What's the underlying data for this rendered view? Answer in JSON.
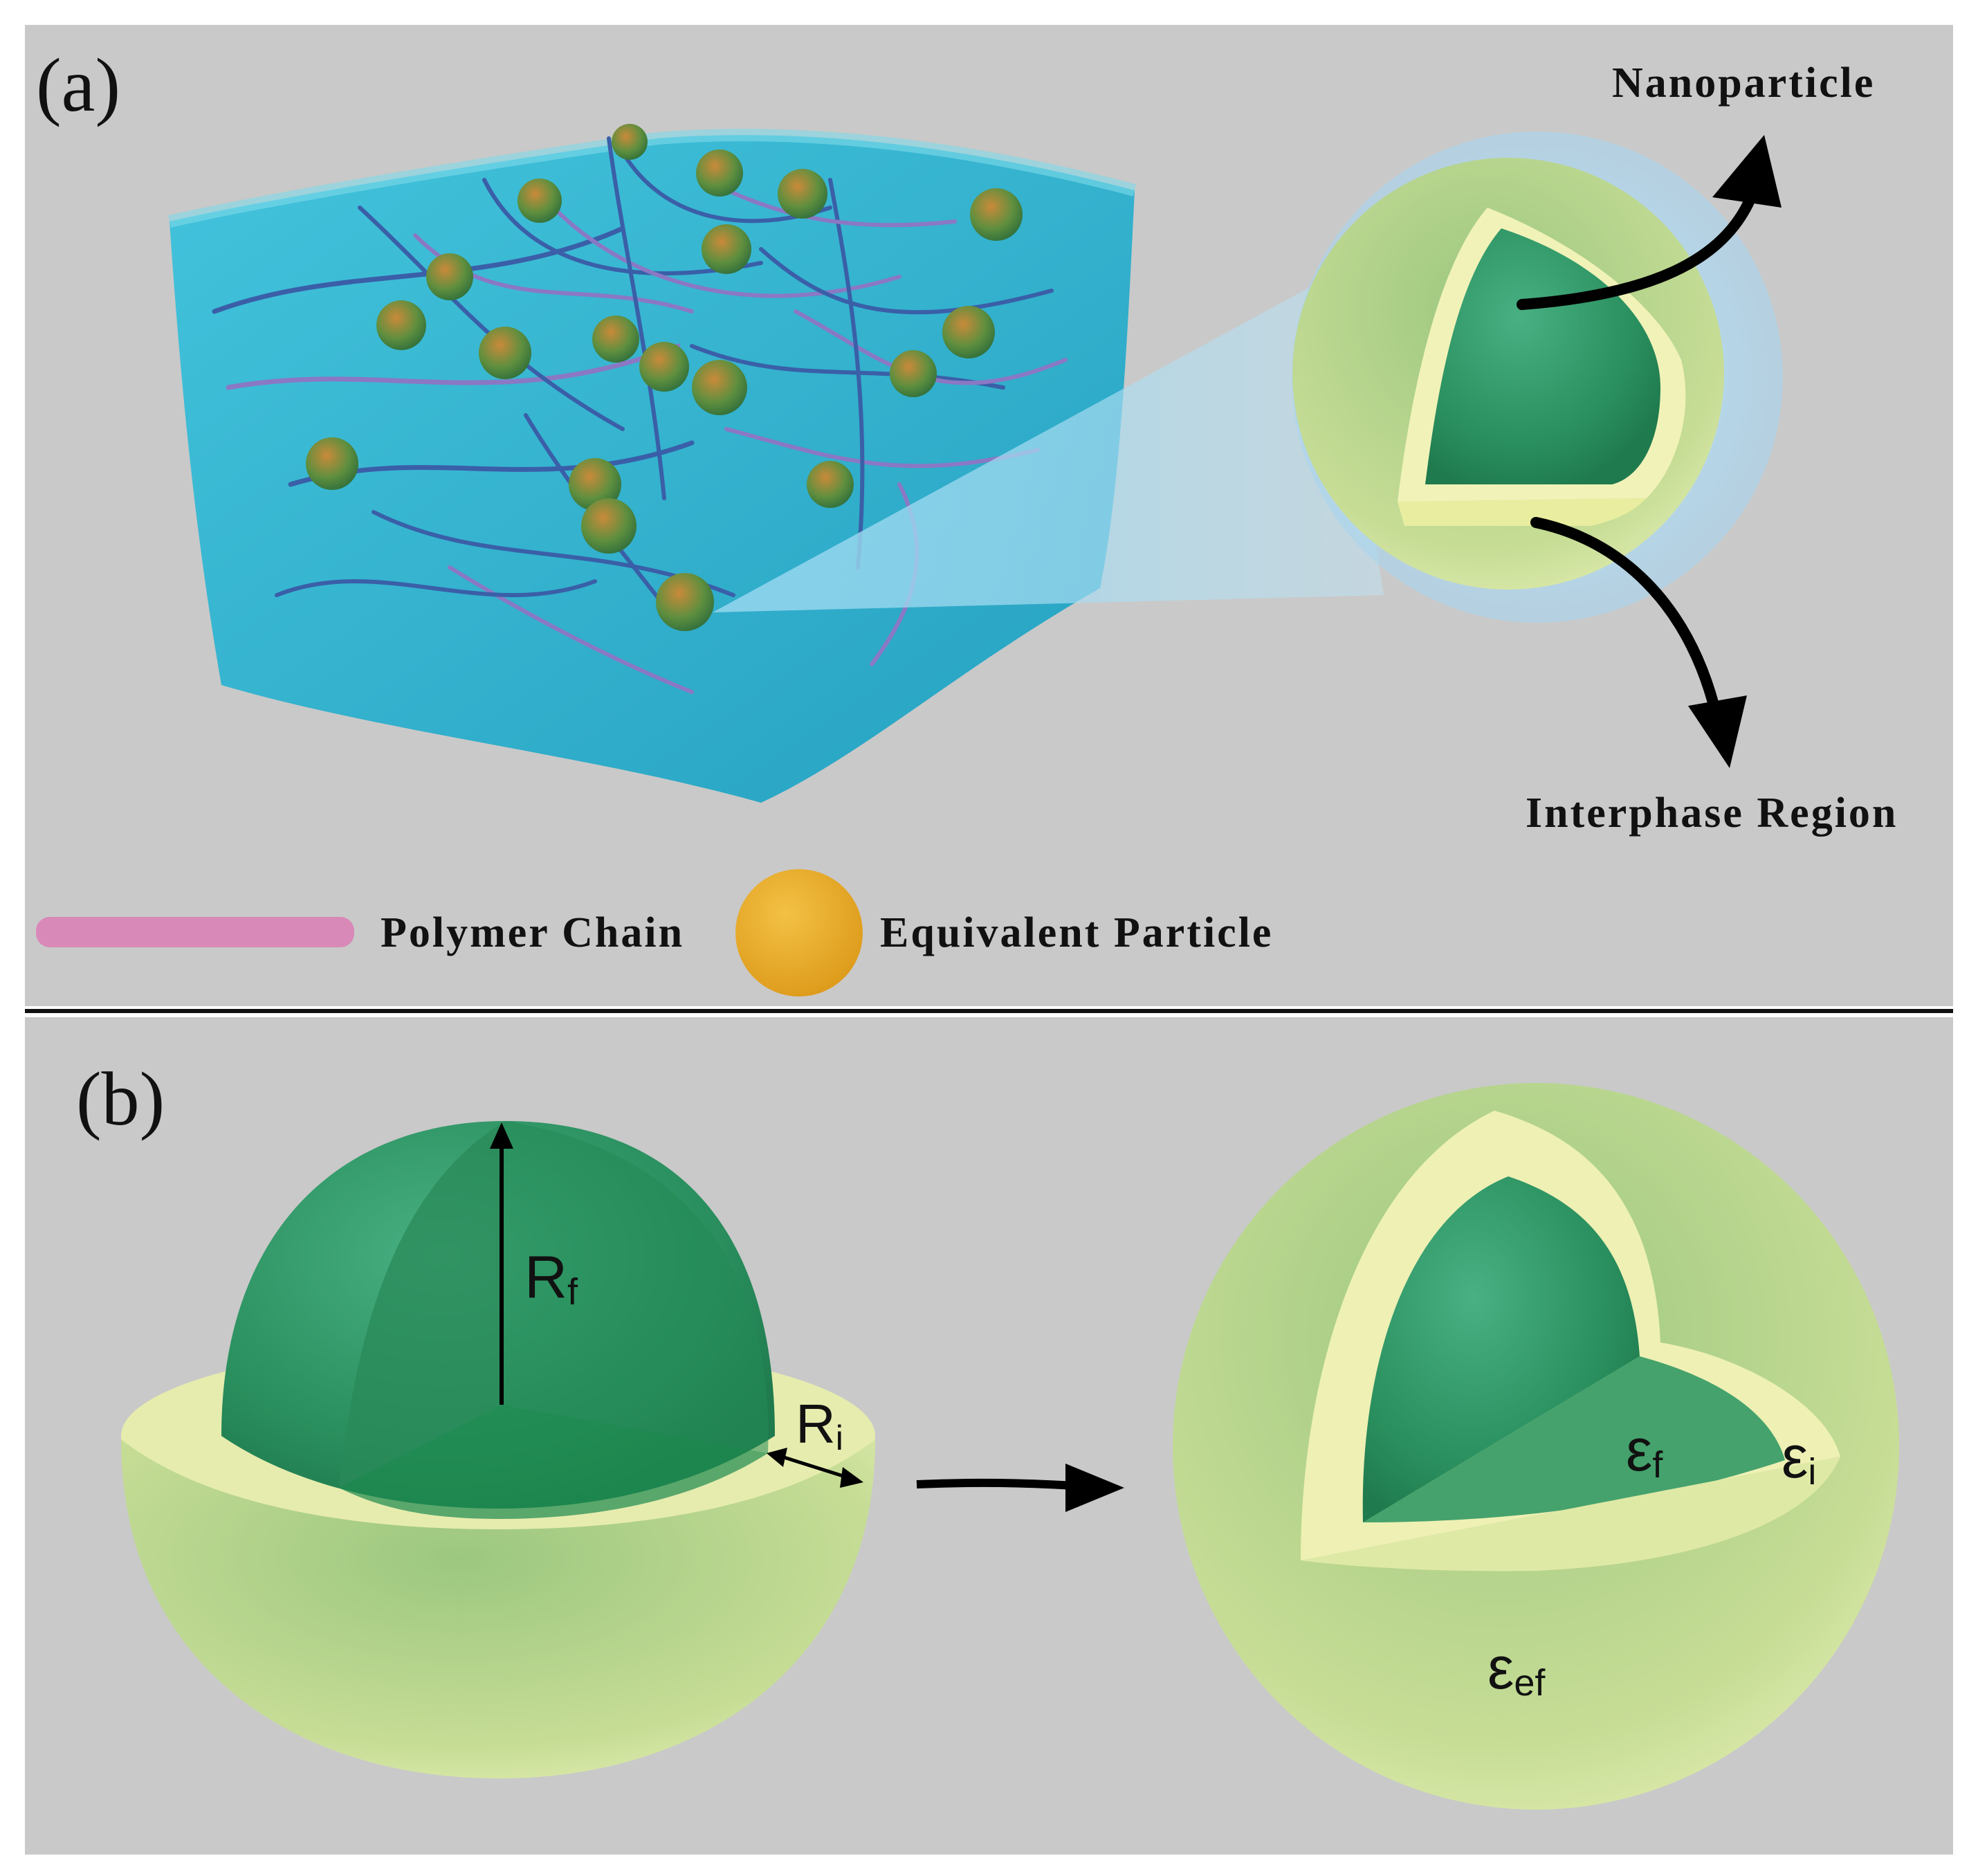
{
  "panel_a": {
    "label": "(a)",
    "nanoparticle_label": "Nanoparticle",
    "interphase_label": "Interphase Region",
    "legend": {
      "polymer_chain_label": "Polymer Chain",
      "polymer_chain_color": "#d889b8",
      "equivalent_particle_label": "Equivalent Particle",
      "equivalent_particle_color": "#e6a51f"
    }
  },
  "panel_b": {
    "label": "(b)",
    "radius_f": {
      "main": "R",
      "sub": "f"
    },
    "radius_i": {
      "main": "R",
      "sub": "i"
    },
    "eps_f": {
      "main": "ε",
      "sub": "f"
    },
    "eps_i": {
      "main": "ε",
      "sub": "i"
    },
    "eps_ef": {
      "main": "ε",
      "sub": "ef"
    }
  },
  "colors": {
    "background": "#c9c9c9",
    "matrix": "#27b3cf",
    "core_green": "#2e9a66",
    "shell_yellow": "#dbe9a6",
    "arrow": "#000000"
  }
}
